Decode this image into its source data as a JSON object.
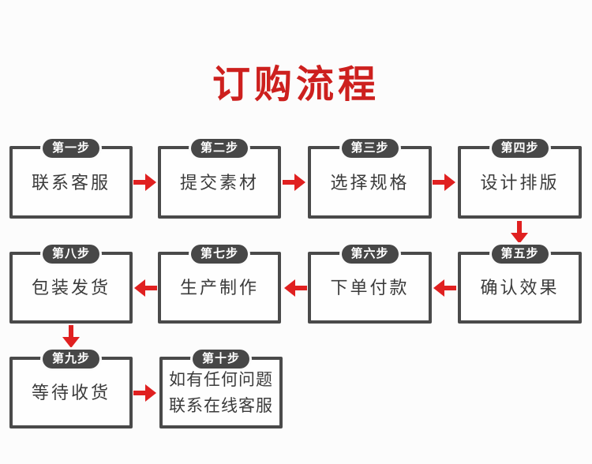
{
  "title": {
    "text": "订购流程"
  },
  "colors": {
    "title_red": "#cd201e",
    "arrow_red": "#e02020",
    "border_gray": "#4a4a4a",
    "badge_bg": "#474747",
    "badge_fg": "#ffffff",
    "label_gray": "#3b3b3b",
    "page_bg": "#fcfcfc",
    "box_bg": "#fefefe"
  },
  "steps": [
    {
      "badge": "第一步",
      "label": "联系客服"
    },
    {
      "badge": "第二步",
      "label": "提交素材"
    },
    {
      "badge": "第三步",
      "label": "选择规格"
    },
    {
      "badge": "第四步",
      "label": "设计排版"
    },
    {
      "badge": "第五步",
      "label": "确认效果"
    },
    {
      "badge": "第六步",
      "label": "下单付款"
    },
    {
      "badge": "第七步",
      "label": "生产制作"
    },
    {
      "badge": "第八步",
      "label": "包装发货"
    },
    {
      "badge": "第九步",
      "label": "等待收货"
    },
    {
      "badge": "第十步",
      "label": "如有任何问题\n联系在线客服"
    }
  ],
  "flow": {
    "connections": [
      {
        "from": "第一步",
        "to": "第二步",
        "direction": "right"
      },
      {
        "from": "第二步",
        "to": "第三步",
        "direction": "right"
      },
      {
        "from": "第三步",
        "to": "第四步",
        "direction": "right"
      },
      {
        "from": "第四步",
        "to": "第五步",
        "direction": "down"
      },
      {
        "from": "第五步",
        "to": "第六步",
        "direction": "left"
      },
      {
        "from": "第六步",
        "to": "第七步",
        "direction": "left"
      },
      {
        "from": "第七步",
        "to": "第八步",
        "direction": "left"
      },
      {
        "from": "第八步",
        "to": "第九步",
        "direction": "down"
      },
      {
        "from": "第九步",
        "to": "第十步",
        "direction": "right"
      }
    ]
  }
}
